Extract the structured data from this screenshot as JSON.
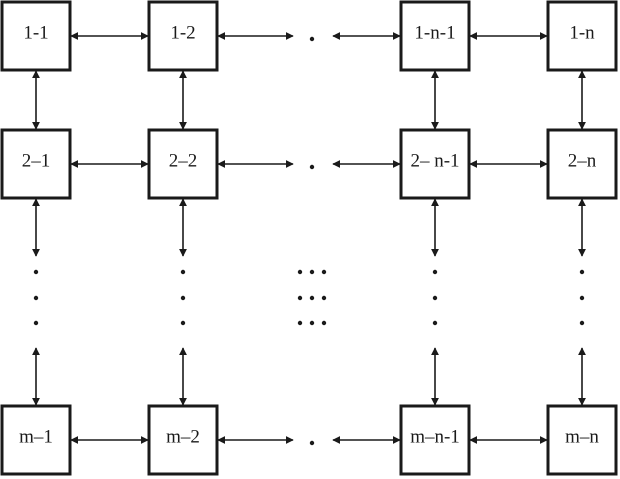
{
  "grid": {
    "rows": [
      [
        "1-1",
        "1-2",
        "1-n-1",
        "1-n"
      ],
      [
        "2–1",
        "2–2",
        "2– n-1",
        "2–n"
      ],
      [
        "m–1",
        "m–2",
        "m–n-1",
        "m–n"
      ]
    ]
  },
  "colors": {
    "ink": "#1a1a1a",
    "background": "#ffffff"
  }
}
